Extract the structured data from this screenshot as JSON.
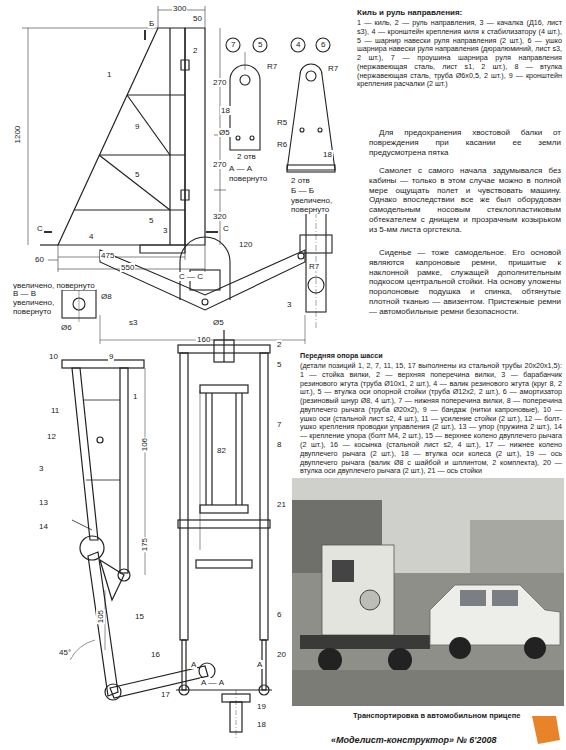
{
  "diagram": {
    "labels": [
      "Киль и руль направления:",
      "1 — киль, 2 — руль направления, 3 — качалка (Д16, лист s3), 4 — кронштейн крепления киля к стабилизатору (4 шт.), 5 — шарнир навески руля направления (2 шт.), 6 — ушко шарнира навески руля направления (дюралюминий, лист s3, 2 шт.), 7 — проушина шарнира руля направления (нержавеющая сталь, лист s1, 2 шт.), 8 — втулка (нержавеющая сталь, труба Ø6x0,5, 2 шт.), 9 — кронштейн крепления расчалки (2 шт.)",
      "Для предохранения хвостовой балки от повреждения при касании ее земли предусмотрена пятка",
      "Самолет с самого начала задумывался без кабины — только в этом случае можно в полной мере ощущать полет и чувствовать машину. Однако впоследствии все же был оборудован самодельным носовым стеклопластиковым обтекателем с днищем и прозрачным козырьком из 5-мм листа оргстекла.",
      "Сиденье — тоже самодельное. Его основой являются капроновые ремни, пришитые к наклонной рамке, служащей дополнительным подкосом центральной стойки. На основу уложены поролоновые подушка и спинка, обтянутые плотной тканью — авизентом. Пристежные ремни — автомобильные ремни безопасности.",
      "Передняя опора шасси",
      "(детали позиций 1, 2, 7, 11, 15, 17 выполнены из стальной трубы 20x20x1,5): 1 — стойка вилки, 2 — верхняя поперечина вилки, 3 — барабанчик резинового жгута (труба Ø10x1, 2 шт.), 4 — валик резинового жгута (круг 8, 2 шт.), 5 — втулка оси опорной стойки (труба Ø12x2, 2 шт.), 6 — амортизатор (резиновый шнур Ø8, 4 шт.), 7 — нижняя поперечина вилки, 8 — поперечина двуплечего рычага (труба Ø20x2), 9 — бандаж (нитки капроновые), 10 — ушко оси (стальной лист s2, 4 шт.), 11 — усиление стойки (2 шт.), 12 — болт-ушко крепления проводки управления (2 шт.), 13 — упор (пружина 2 шт.), 14 — крепление упора (болт М4, 2 шт.), 15 — верхнее колено двуплечего рычага (2 шт.), 16 — косынка (стальной лист s2, 4 шт.), 17 — нижнее колено двуплечего рычага (2 шт.), 18 — втулка оси колеса (2 шт.), 19 — ось двуплечего рычага (валик Ø8 с шайбой и шплинтом, 2 комплекта), 20 — втулка оси двуплечего рычага (2 шт.), 21 — ось стойки",
      "Транспортировка в автомобильном прицепе",
      "«Моделист-конструктор» № 6'2008",
      "300",
      "50",
      "Б",
      "1200",
      "270",
      "270",
      "320",
      "1",
      "2",
      "9",
      "5",
      "5",
      "С",
      "С",
      "4",
      "3",
      "475",
      "550",
      "60",
      "С — С",
      "увеличено, повернуто",
      "7",
      "5",
      "4",
      "6",
      "R7",
      "R7",
      "Ø5",
      "18",
      "2 отв",
      "А — А",
      "повернуто",
      "R5",
      "R6",
      "18",
      "2 отв",
      "Б — Б",
      "увеличено,",
      "повернуто",
      "120",
      "R7",
      "В — В",
      "увеличено,",
      "повернуто",
      "Ø8",
      "Ø6",
      "s3",
      "Ø5",
      "3",
      "160",
      "10",
      "9",
      "1",
      "11",
      "12",
      "3",
      "13",
      "14",
      "15",
      "16",
      "17",
      "106",
      "175",
      "105",
      "45°",
      "2",
      "5",
      "7",
      "8",
      "21",
      "6",
      "20",
      "82",
      "А",
      "А",
      "А — А",
      "19",
      "18"
    ]
  }
}
